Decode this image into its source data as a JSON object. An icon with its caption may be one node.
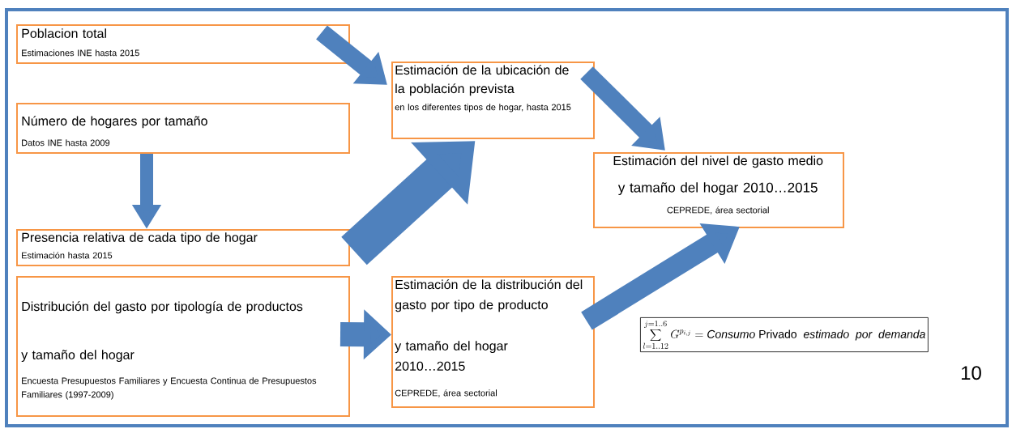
{
  "diagram": {
    "nodes": [
      {
        "text": [
          "Poblacion total",
          "Estimaciones INE hasta 2015"
        ]
      },
      {
        "text": [
          "Número de hogares por tamaño",
          "Datos INE hasta 2009"
        ]
      },
      {
        "text": [
          "Presencia relativa de cada tipo de hogar",
          "Estimación hasta 2015"
        ]
      },
      {
        "text": [
          "Distribución del gasto por tipología de productos",
          "y tamaño del hogar",
          "Encuesta Presupuestos Familiares y Encuesta Continua de Presupuestos Familiares (1997-2009)"
        ]
      },
      {
        "text": [
          "Estimación de la ubicación de la población prevista",
          "en los diferentes tipos de hogar, hasta 2015"
        ]
      },
      {
        "text": [
          "Estimación de la distribución del gasto por tipo de producto",
          "y tamaño del hogar 2010…2015",
          "CEPREDE, área sectorial"
        ]
      },
      {
        "text": [
          "Estimación del nivel de gasto medio",
          "y tamaño del hogar 2010…2015",
          "CEPREDE, área sectorial"
        ]
      }
    ],
    "edges": [
      {
        "from": 0,
        "to": 4,
        "arrow": "to"
      },
      {
        "from": 1,
        "to": 2,
        "arrow": "to"
      },
      {
        "from": 2,
        "to": 4,
        "arrow": "to",
        "style": "thick"
      },
      {
        "from": 4,
        "to": 6,
        "arrow": "to"
      },
      {
        "from": 3,
        "to": 5,
        "arrow": "to"
      },
      {
        "from": 5,
        "to": 6,
        "arrow": "to"
      }
    ],
    "labels": [
      "\\sum_{l=1..12}^{j=1..6} G^{p_{i,j}} = \\mathit{Consumo}\\ \\mathrm{Privado}\\ \\ \\mathit{estimado}\\ \\ \\mathit{por}\\ \\ \\mathit{demanda}",
      "10"
    ]
  }
}
